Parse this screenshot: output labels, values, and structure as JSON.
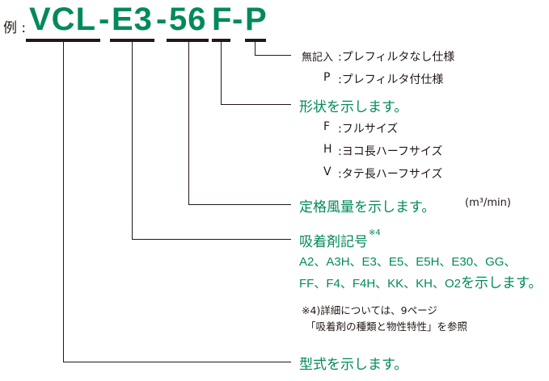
{
  "example_label": "例 :",
  "code_parts": [
    "VCL",
    "-",
    "E3",
    "-",
    "56",
    "F",
    "-",
    "P"
  ],
  "accent_color": "#008a5c",
  "prefilter": {
    "none_key": "無記入",
    "none_text": ":プレフィルタなし仕様",
    "p_key": "P",
    "p_text": ":プレフィルタ付仕様"
  },
  "shape": {
    "title": "形状を示します。",
    "items": [
      {
        "key": "F",
        "text": ":フルサイズ"
      },
      {
        "key": "H",
        "text": ":ヨコ長ハーフサイズ"
      },
      {
        "key": "V",
        "text": ":タテ長ハーフサイズ"
      }
    ]
  },
  "airflow": {
    "title": "定格風量を示します。",
    "unit": "(m³/min)"
  },
  "adsorbent": {
    "title": "吸着剤記号",
    "note_mark": "※4",
    "line1": "A2、A3H、E3、E5、E5H、E30、GG、",
    "line2": "FF、F4、F4H、KK、KH、O2",
    "line2_suffix": "を示します。",
    "note1": "※4)詳細については、9ページ",
    "note2": "「吸着剤の種類と物性特性」を参照"
  },
  "model": {
    "title": "型式を示します。"
  }
}
